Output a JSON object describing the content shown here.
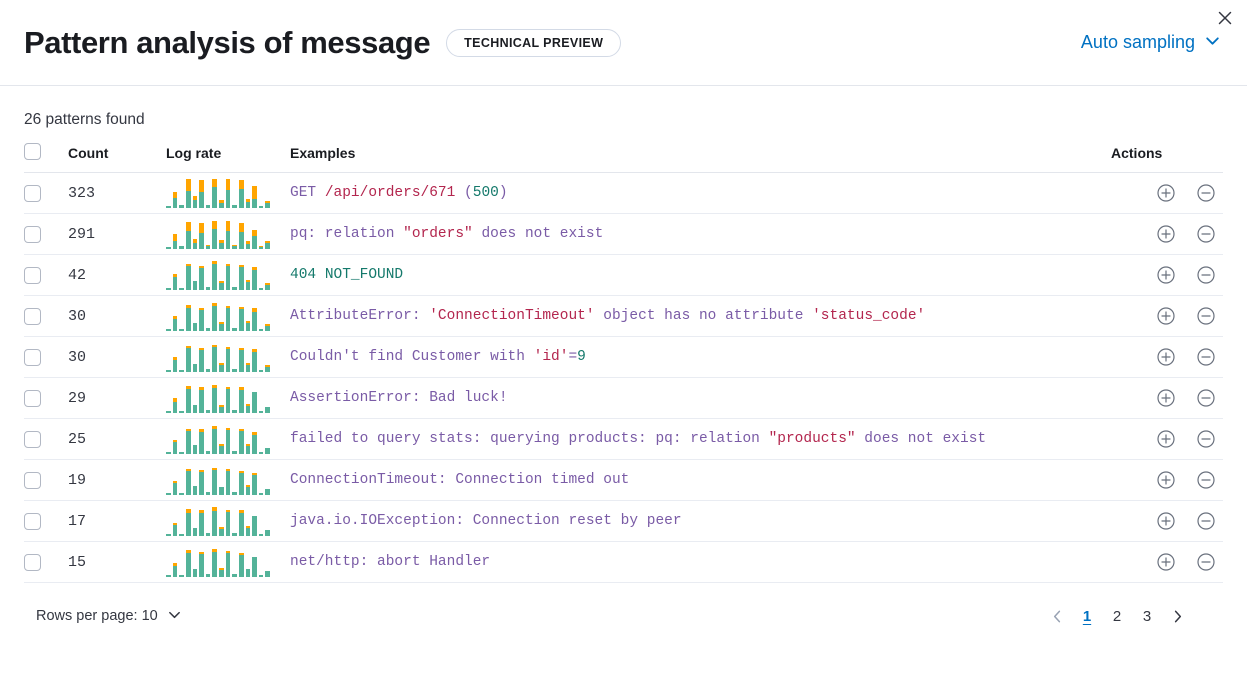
{
  "header": {
    "title": "Pattern analysis of message",
    "badge": "TECHNICAL PREVIEW",
    "sampling_label": "Auto sampling",
    "sampling_icon": "chevron-down-icon",
    "close_icon": "close-icon"
  },
  "summary": {
    "patterns_found": "26 patterns found"
  },
  "table": {
    "columns": {
      "count": "Count",
      "log_rate": "Log rate",
      "examples": "Examples",
      "actions": "Actions"
    },
    "action_icons": {
      "add": "plus-circle-icon",
      "remove": "minus-circle-icon"
    },
    "rows": [
      {
        "count": "323",
        "example_plain": "GET /api/orders/671 (500)",
        "tokens": [
          {
            "t": "GET ",
            "c": "kw"
          },
          {
            "t": "/api/orders/671",
            "c": "str"
          },
          {
            "t": " (",
            "c": "kw"
          },
          {
            "t": "500",
            "c": "num"
          },
          {
            "t": ")",
            "c": "kw"
          }
        ],
        "spark": [
          {
            "teal": 2,
            "orange": 0
          },
          {
            "teal": 10,
            "orange": 6
          },
          {
            "teal": 3,
            "orange": 0
          },
          {
            "teal": 17,
            "orange": 12
          },
          {
            "teal": 8,
            "orange": 4
          },
          {
            "teal": 16,
            "orange": 12
          },
          {
            "teal": 3,
            "orange": 0
          },
          {
            "teal": 21,
            "orange": 8
          },
          {
            "teal": 5,
            "orange": 3
          },
          {
            "teal": 18,
            "orange": 11
          },
          {
            "teal": 3,
            "orange": 0
          },
          {
            "teal": 19,
            "orange": 9
          },
          {
            "teal": 6,
            "orange": 3
          },
          {
            "teal": 9,
            "orange": 13
          },
          {
            "teal": 2,
            "orange": 0
          },
          {
            "teal": 5,
            "orange": 2
          }
        ]
      },
      {
        "count": "291",
        "example_plain": "pq: relation \"orders\" does not exist",
        "tokens": [
          {
            "t": "pq: relation ",
            "c": "kw"
          },
          {
            "t": "\"orders\"",
            "c": "str"
          },
          {
            "t": " does not exist",
            "c": "kw"
          }
        ],
        "spark": [
          {
            "teal": 2,
            "orange": 0
          },
          {
            "teal": 8,
            "orange": 7
          },
          {
            "teal": 3,
            "orange": 0
          },
          {
            "teal": 18,
            "orange": 9
          },
          {
            "teal": 6,
            "orange": 4
          },
          {
            "teal": 16,
            "orange": 10
          },
          {
            "teal": 3,
            "orange": 1
          },
          {
            "teal": 20,
            "orange": 8
          },
          {
            "teal": 6,
            "orange": 3
          },
          {
            "teal": 18,
            "orange": 10
          },
          {
            "teal": 3,
            "orange": 1
          },
          {
            "teal": 17,
            "orange": 9
          },
          {
            "teal": 5,
            "orange": 3
          },
          {
            "teal": 13,
            "orange": 6
          },
          {
            "teal": 2,
            "orange": 1
          },
          {
            "teal": 6,
            "orange": 2
          }
        ]
      },
      {
        "count": "42",
        "example_plain": "404 NOT_FOUND",
        "tokens": [
          {
            "t": "404",
            "c": "num"
          },
          {
            "t": " ",
            "c": "kw"
          },
          {
            "t": "NOT_FOUND",
            "c": "num"
          }
        ],
        "spark": [
          {
            "teal": 2,
            "orange": 0
          },
          {
            "teal": 13,
            "orange": 3
          },
          {
            "teal": 2,
            "orange": 0
          },
          {
            "teal": 24,
            "orange": 2
          },
          {
            "teal": 9,
            "orange": 0
          },
          {
            "teal": 22,
            "orange": 2
          },
          {
            "teal": 3,
            "orange": 0
          },
          {
            "teal": 26,
            "orange": 3
          },
          {
            "teal": 7,
            "orange": 2
          },
          {
            "teal": 24,
            "orange": 2
          },
          {
            "teal": 3,
            "orange": 0
          },
          {
            "teal": 23,
            "orange": 2
          },
          {
            "teal": 8,
            "orange": 2
          },
          {
            "teal": 20,
            "orange": 3
          },
          {
            "teal": 2,
            "orange": 0
          },
          {
            "teal": 5,
            "orange": 2
          }
        ]
      },
      {
        "count": "30",
        "example_plain": "AttributeError: 'ConnectionTimeout' object has no attribute 'status_code'",
        "tokens": [
          {
            "t": "AttributeError: ",
            "c": "kw"
          },
          {
            "t": "'ConnectionTimeout'",
            "c": "str"
          },
          {
            "t": " object has no attribute ",
            "c": "kw"
          },
          {
            "t": "'status_code'",
            "c": "str"
          }
        ],
        "spark": [
          {
            "teal": 2,
            "orange": 0
          },
          {
            "teal": 12,
            "orange": 3
          },
          {
            "teal": 2,
            "orange": 0
          },
          {
            "teal": 23,
            "orange": 3
          },
          {
            "teal": 8,
            "orange": 0
          },
          {
            "teal": 21,
            "orange": 2
          },
          {
            "teal": 3,
            "orange": 0
          },
          {
            "teal": 25,
            "orange": 3
          },
          {
            "teal": 7,
            "orange": 2
          },
          {
            "teal": 23,
            "orange": 2
          },
          {
            "teal": 3,
            "orange": 0
          },
          {
            "teal": 22,
            "orange": 2
          },
          {
            "teal": 8,
            "orange": 2
          },
          {
            "teal": 19,
            "orange": 4
          },
          {
            "teal": 2,
            "orange": 0
          },
          {
            "teal": 5,
            "orange": 2
          }
        ]
      },
      {
        "count": "30",
        "example_plain": "Couldn't find Customer with 'id'=9",
        "tokens": [
          {
            "t": "Couldn't find Customer with ",
            "c": "kw"
          },
          {
            "t": "'id'",
            "c": "str"
          },
          {
            "t": "=",
            "c": "kw"
          },
          {
            "t": "9",
            "c": "num"
          }
        ],
        "spark": [
          {
            "teal": 2,
            "orange": 0
          },
          {
            "teal": 12,
            "orange": 3
          },
          {
            "teal": 2,
            "orange": 0
          },
          {
            "teal": 24,
            "orange": 2
          },
          {
            "teal": 8,
            "orange": 0
          },
          {
            "teal": 22,
            "orange": 2
          },
          {
            "teal": 3,
            "orange": 0
          },
          {
            "teal": 25,
            "orange": 2
          },
          {
            "teal": 7,
            "orange": 2
          },
          {
            "teal": 23,
            "orange": 2
          },
          {
            "teal": 3,
            "orange": 0
          },
          {
            "teal": 22,
            "orange": 2
          },
          {
            "teal": 7,
            "orange": 2
          },
          {
            "teal": 20,
            "orange": 3
          },
          {
            "teal": 2,
            "orange": 0
          },
          {
            "teal": 5,
            "orange": 2
          }
        ]
      },
      {
        "count": "29",
        "example_plain": "AssertionError: Bad luck!",
        "tokens": [
          {
            "t": "AssertionError: Bad luck!",
            "c": "kw"
          }
        ],
        "spark": [
          {
            "teal": 2,
            "orange": 0
          },
          {
            "teal": 11,
            "orange": 4
          },
          {
            "teal": 2,
            "orange": 0
          },
          {
            "teal": 24,
            "orange": 3
          },
          {
            "teal": 8,
            "orange": 0
          },
          {
            "teal": 23,
            "orange": 3
          },
          {
            "teal": 3,
            "orange": 0
          },
          {
            "teal": 25,
            "orange": 3
          },
          {
            "teal": 6,
            "orange": 2
          },
          {
            "teal": 24,
            "orange": 2
          },
          {
            "teal": 3,
            "orange": 0
          },
          {
            "teal": 23,
            "orange": 3
          },
          {
            "teal": 7,
            "orange": 2
          },
          {
            "teal": 21,
            "orange": 0
          },
          {
            "teal": 2,
            "orange": 0
          },
          {
            "teal": 6,
            "orange": 0
          }
        ]
      },
      {
        "count": "25",
        "example_plain": "failed to query stats: querying products: pq: relation \"products\" does not exist",
        "tokens": [
          {
            "t": "failed to query stats: querying products: pq: relation ",
            "c": "kw"
          },
          {
            "t": "\"products\"",
            "c": "str"
          },
          {
            "t": " does not exist",
            "c": "kw"
          }
        ],
        "spark": [
          {
            "teal": 2,
            "orange": 0
          },
          {
            "teal": 12,
            "orange": 2
          },
          {
            "teal": 2,
            "orange": 0
          },
          {
            "teal": 23,
            "orange": 2
          },
          {
            "teal": 9,
            "orange": 0
          },
          {
            "teal": 22,
            "orange": 3
          },
          {
            "teal": 3,
            "orange": 0
          },
          {
            "teal": 25,
            "orange": 3
          },
          {
            "teal": 8,
            "orange": 2
          },
          {
            "teal": 24,
            "orange": 2
          },
          {
            "teal": 3,
            "orange": 0
          },
          {
            "teal": 23,
            "orange": 2
          },
          {
            "teal": 8,
            "orange": 2
          },
          {
            "teal": 19,
            "orange": 3
          },
          {
            "teal": 2,
            "orange": 0
          },
          {
            "teal": 6,
            "orange": 0
          }
        ]
      },
      {
        "count": "19",
        "example_plain": "ConnectionTimeout: Connection timed out",
        "tokens": [
          {
            "t": "ConnectionTimeout: Connection timed out",
            "c": "kw"
          }
        ],
        "spark": [
          {
            "teal": 2,
            "orange": 0
          },
          {
            "teal": 12,
            "orange": 2
          },
          {
            "teal": 2,
            "orange": 0
          },
          {
            "teal": 24,
            "orange": 2
          },
          {
            "teal": 9,
            "orange": 0
          },
          {
            "teal": 23,
            "orange": 2
          },
          {
            "teal": 3,
            "orange": 0
          },
          {
            "teal": 25,
            "orange": 2
          },
          {
            "teal": 8,
            "orange": 0
          },
          {
            "teal": 24,
            "orange": 2
          },
          {
            "teal": 3,
            "orange": 0
          },
          {
            "teal": 22,
            "orange": 2
          },
          {
            "teal": 8,
            "orange": 2
          },
          {
            "teal": 20,
            "orange": 2
          },
          {
            "teal": 2,
            "orange": 0
          },
          {
            "teal": 6,
            "orange": 0
          }
        ]
      },
      {
        "count": "17",
        "example_plain": "java.io.IOException: Connection reset by peer",
        "tokens": [
          {
            "t": "java.io.IOException: Connection reset by peer",
            "c": "kw"
          }
        ],
        "spark": [
          {
            "teal": 2,
            "orange": 0
          },
          {
            "teal": 11,
            "orange": 2
          },
          {
            "teal": 2,
            "orange": 0
          },
          {
            "teal": 23,
            "orange": 4
          },
          {
            "teal": 8,
            "orange": 0
          },
          {
            "teal": 23,
            "orange": 3
          },
          {
            "teal": 3,
            "orange": 0
          },
          {
            "teal": 25,
            "orange": 4
          },
          {
            "teal": 7,
            "orange": 2
          },
          {
            "teal": 24,
            "orange": 2
          },
          {
            "teal": 3,
            "orange": 0
          },
          {
            "teal": 23,
            "orange": 3
          },
          {
            "teal": 8,
            "orange": 2
          },
          {
            "teal": 20,
            "orange": 0
          },
          {
            "teal": 2,
            "orange": 0
          },
          {
            "teal": 6,
            "orange": 0
          }
        ]
      },
      {
        "count": "15",
        "example_plain": "net/http: abort Handler",
        "tokens": [
          {
            "t": "net/http: abort Handler",
            "c": "kw"
          }
        ],
        "spark": [
          {
            "teal": 2,
            "orange": 0
          },
          {
            "teal": 11,
            "orange": 3
          },
          {
            "teal": 2,
            "orange": 0
          },
          {
            "teal": 24,
            "orange": 3
          },
          {
            "teal": 8,
            "orange": 0
          },
          {
            "teal": 23,
            "orange": 2
          },
          {
            "teal": 3,
            "orange": 0
          },
          {
            "teal": 25,
            "orange": 3
          },
          {
            "teal": 7,
            "orange": 2
          },
          {
            "teal": 24,
            "orange": 2
          },
          {
            "teal": 3,
            "orange": 0
          },
          {
            "teal": 22,
            "orange": 2
          },
          {
            "teal": 8,
            "orange": 0
          },
          {
            "teal": 20,
            "orange": 0
          },
          {
            "teal": 2,
            "orange": 0
          },
          {
            "teal": 6,
            "orange": 0
          }
        ]
      }
    ]
  },
  "footer": {
    "rows_per_page": "Rows per page: 10",
    "rows_per_page_icon": "chevron-down-icon",
    "prev_icon": "chevron-left-icon",
    "next_icon": "chevron-right-icon",
    "pages": [
      "1",
      "2",
      "3"
    ],
    "active_page": "1"
  },
  "colors": {
    "accent_link": "#0071c2",
    "spark_teal": "#54b399",
    "spark_orange": "#ffa500",
    "token_keyword": "#7a5ba6",
    "token_string": "#b3264e",
    "token_number": "#14796b"
  }
}
